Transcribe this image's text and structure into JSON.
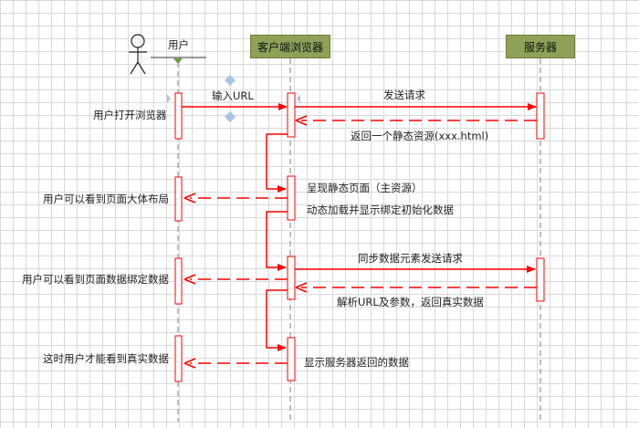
{
  "participants": {
    "user": "用户",
    "client": "客户端浏览器",
    "server": "服务器"
  },
  "messages": {
    "m1": "输入URL",
    "m2": "发送请求",
    "m3": "返回一个静态资源(xxx.html)",
    "m4": "呈现静态页面（主资源）",
    "m5": "动态加载并显示绑定初始化数据",
    "m6": "同步数据元素发送请求",
    "m7": "解析URL及参数，返回真实数据",
    "m8": "显示服务器返回的数据"
  },
  "notes": {
    "n1": "用户打开浏览器",
    "n2": "用户可以看到页面大体布局",
    "n3": "用户可以看到页面数据绑定数据",
    "n4": "这时用户才能看到真实数据"
  },
  "colors": {
    "message_line": "#ff0000",
    "lifeline": "#7f7f7f",
    "header_fill": "#8ea157",
    "activation_fill": "#ffffff"
  },
  "icons": {
    "actor": "stick-figure-icon"
  }
}
